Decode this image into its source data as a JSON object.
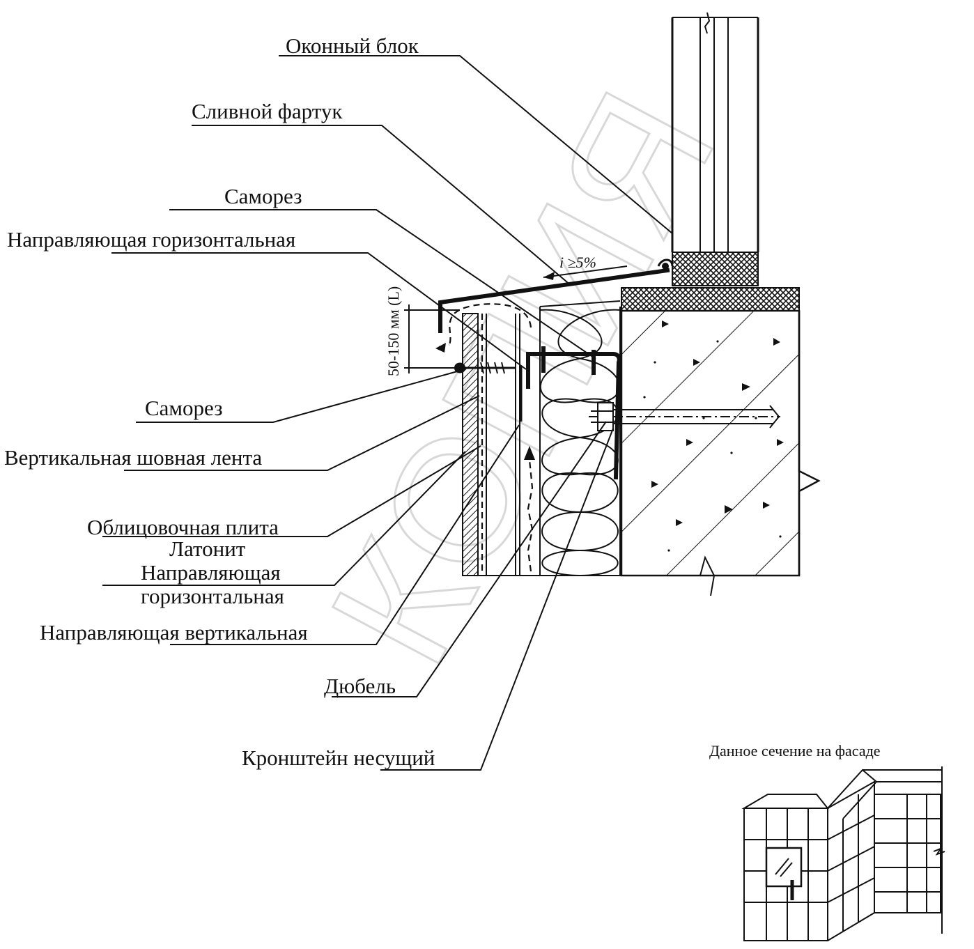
{
  "labels": {
    "window_block": "Оконный блок",
    "drip_apron": "Сливной фартук",
    "screw_top": "Саморез",
    "guide_horizontal_top": "Направляющая горизонтальная",
    "screw_bottom": "Саморез",
    "vertical_seam_tape": "Вертикальная шовная лента",
    "cladding_plate": "Облицовочная плита",
    "latonit": "Латонит",
    "guide_horizontal_bottom_line1": "Направляющая",
    "guide_horizontal_bottom_line2": "горизонтальная",
    "guide_vertical": "Направляющая вертикальная",
    "dowel": "Дюбель",
    "bracket": "Кронштейн несущий",
    "slope": "i ≥5%",
    "dimension": "50-150 мм (L)",
    "inset_title": "Данное сечение на фасаде"
  },
  "watermark": "КОПИЯ"
}
